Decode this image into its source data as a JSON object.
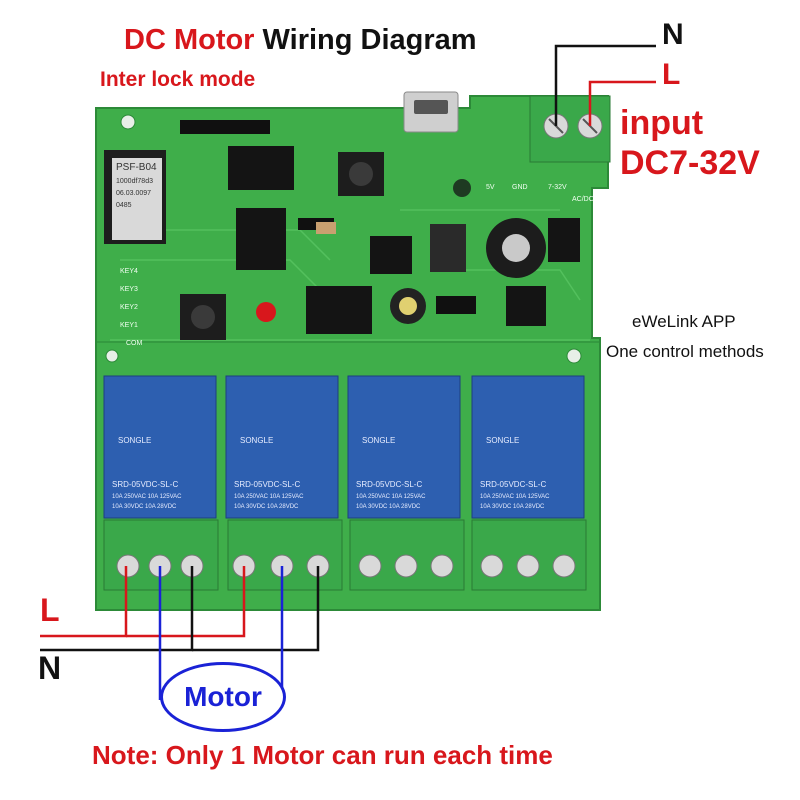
{
  "title": {
    "part1": "DC Motor",
    "part2": " Wiring Diagram"
  },
  "subtitle": "Inter lock mode",
  "power_input": {
    "line1": "input",
    "line2": "DC7-32V",
    "neutral_label": "N",
    "live_label": "L"
  },
  "load_labels": {
    "live": "L",
    "neutral": "N"
  },
  "app_text": {
    "line1": "eWeLink APP",
    "line2": "One control methods"
  },
  "motor_label": "Motor",
  "note": "Note: Only 1 Motor can run each time",
  "board": {
    "module_lines": [
      "PSF-B04",
      "1000df78d3",
      "06.03.0097",
      "0485"
    ],
    "keys": [
      "KEY4",
      "KEY3",
      "KEY2",
      "KEY1",
      "COM"
    ],
    "supply_marks": [
      "7-32V",
      "GND",
      "5V",
      "AC/DC"
    ],
    "relay_brand": "SONGLE",
    "relay_model": "SRD-05VDC-SL-C",
    "relay_rating_1": "10A 250VAC  10A 125VAC",
    "relay_rating_2": "10A 30VDC  10A 28VDC"
  },
  "colors": {
    "wire_red": "#d8171c",
    "wire_black": "#111111",
    "wire_blue": "#1a22d6",
    "pcb_green": "#3fae4a",
    "relay_blue": "#2d5fb0",
    "terminal_green": "#3aa84a"
  }
}
